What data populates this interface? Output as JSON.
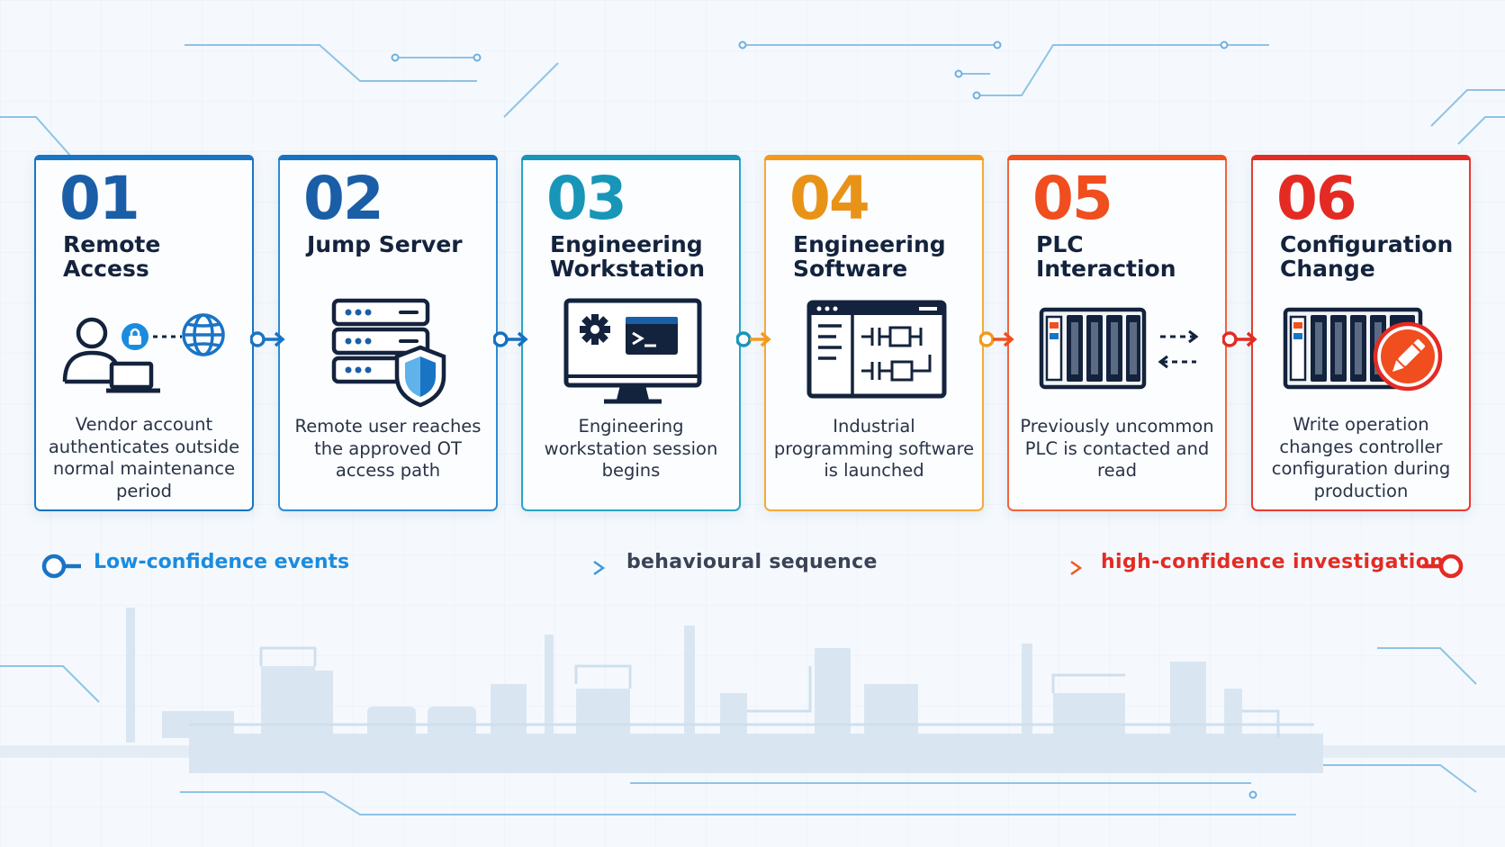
{
  "colors": {
    "step1": "#1a74c4",
    "step2": "#1671c0",
    "step3": "#1796b8",
    "step4": "#f39a1d",
    "step5": "#f1501f",
    "step6": "#e42b23"
  },
  "steps": [
    {
      "number": "01",
      "title": "Remote Access",
      "description": "Vendor account authenticates outside normal maintenance period",
      "icon": "user-laptop-lock-globe-icon"
    },
    {
      "number": "02",
      "title": "Jump Server",
      "description": "Remote user reaches the approved OT access path",
      "icon": "server-shield-icon"
    },
    {
      "number": "03",
      "title": "Engineering Workstation",
      "description": "Engineering workstation session begins",
      "icon": "monitor-gear-terminal-icon"
    },
    {
      "number": "04",
      "title": "Engineering Software",
      "description": "Industrial programming software is launched",
      "icon": "ladder-logic-window-icon"
    },
    {
      "number": "05",
      "title": "PLC Interaction",
      "description": "Previously uncommon PLC is contacted and read",
      "icon": "plc-arrows-icon"
    },
    {
      "number": "06",
      "title": "Configuration Change",
      "description": "Write operation changes controller configuration during production",
      "icon": "plc-edit-icon"
    }
  ],
  "legend": {
    "left": "Low-confidence events",
    "middle": "behavioural sequence",
    "right": "high-confidence investigation"
  }
}
